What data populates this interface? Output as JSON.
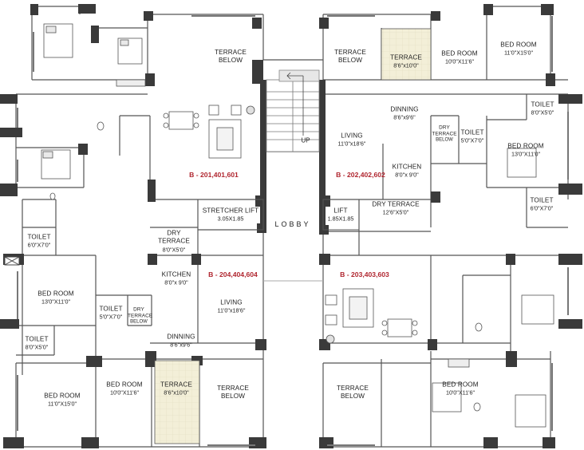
{
  "units": {
    "top_left": "B - 201,401,601",
    "top_right": "B - 202,402,602",
    "bottom_left": "B - 204,404,604",
    "bottom_right": "B - 203,403,603"
  },
  "core": {
    "lobby": "LOBBY",
    "up": "UP",
    "stretcher_lift": {
      "title": "STRETCHER LIFT",
      "dim": "3.05X1.85"
    },
    "lift": {
      "title": "LIFT",
      "dim": "1.85X1.85"
    }
  },
  "rooms": {
    "tl_terrace_below": {
      "title": "TERRACE",
      "dim": "BELOW"
    },
    "tr_terrace_below": {
      "title": "TERRACE",
      "dim": "BELOW"
    },
    "tr_terrace": {
      "title": "TERRACE",
      "dim": "8'6\"x10'0\""
    },
    "tr_bed_room_1": {
      "title": "BED ROOM",
      "dim": "10'0\"X11'6\""
    },
    "tr_bed_room_2": {
      "title": "BED ROOM",
      "dim": "11'0\"X15'0\""
    },
    "tr_toilet_1": {
      "title": "TOILET",
      "dim": "8'0\"X5'0\""
    },
    "tr_dinning": {
      "title": "DINNING",
      "dim": "8'6\"x9'6\""
    },
    "tr_living": {
      "title": "LIVING",
      "dim": "11'0\"x18'6\""
    },
    "tr_dry_terrace": {
      "title": "DRY TERRACE",
      "dim": "BELOW"
    },
    "tr_toilet_2": {
      "title": "TOILET",
      "dim": "5'0\"X7'0\""
    },
    "tr_bed_room_3": {
      "title": "BED ROOM",
      "dim": "13'0\"X11'0\""
    },
    "tr_kitchen": {
      "title": "KITCHEN",
      "dim": "8'0\"x 9'0\""
    },
    "tr_toilet_3": {
      "title": "TOILET",
      "dim": "6'0\"X7'0\""
    },
    "tr_dry_terrace_2": {
      "title": "DRY TERRACE",
      "dim": "12'6\"X5'0\""
    },
    "bl_toilet_1": {
      "title": "TOILET",
      "dim": "6'0\"X7'0\""
    },
    "bl_dry_terrace": {
      "title": "DRY TERRACE",
      "dim": "8'0\"X5'0\""
    },
    "bl_kitchen": {
      "title": "KITCHEN",
      "dim": "8'0\"x 9'0\""
    },
    "bl_bed_room_1": {
      "title": "BED ROOM",
      "dim": "13'0\"X11'0\""
    },
    "bl_toilet_2": {
      "title": "TOILET",
      "dim": "5'0\"X7'0\""
    },
    "bl_dry_terrace_2": {
      "title": "DRY TERRACE",
      "dim": "BELOW"
    },
    "bl_living": {
      "title": "LIVING",
      "dim": "11'0\"x18'6\""
    },
    "bl_toilet_3": {
      "title": "TOILET",
      "dim": "8'0\"X5'0\""
    },
    "bl_dinning": {
      "title": "DINNING",
      "dim": "8'6\"x9'6\""
    },
    "bl_bed_room_2": {
      "title": "BED ROOM",
      "dim": "11'0\"X15'0\""
    },
    "bl_bed_room_3": {
      "title": "BED ROOM",
      "dim": "10'0\"X11'6\""
    },
    "bl_terrace": {
      "title": "TERRACE",
      "dim": "8'6\"x10'0\""
    },
    "bl_terrace_below": {
      "title": "TERRACE",
      "dim": "BELOW"
    },
    "br_terrace_below": {
      "title": "TERRACE",
      "dim": "BELOW"
    },
    "br_bed_room": {
      "title": "BED ROOM",
      "dim": "10'0\"X11'6\""
    }
  },
  "colors": {
    "wall": "#3a3a3a",
    "line": "#555555",
    "terrace_tile": "#f3efd8",
    "unit_label": "#b0262f"
  }
}
